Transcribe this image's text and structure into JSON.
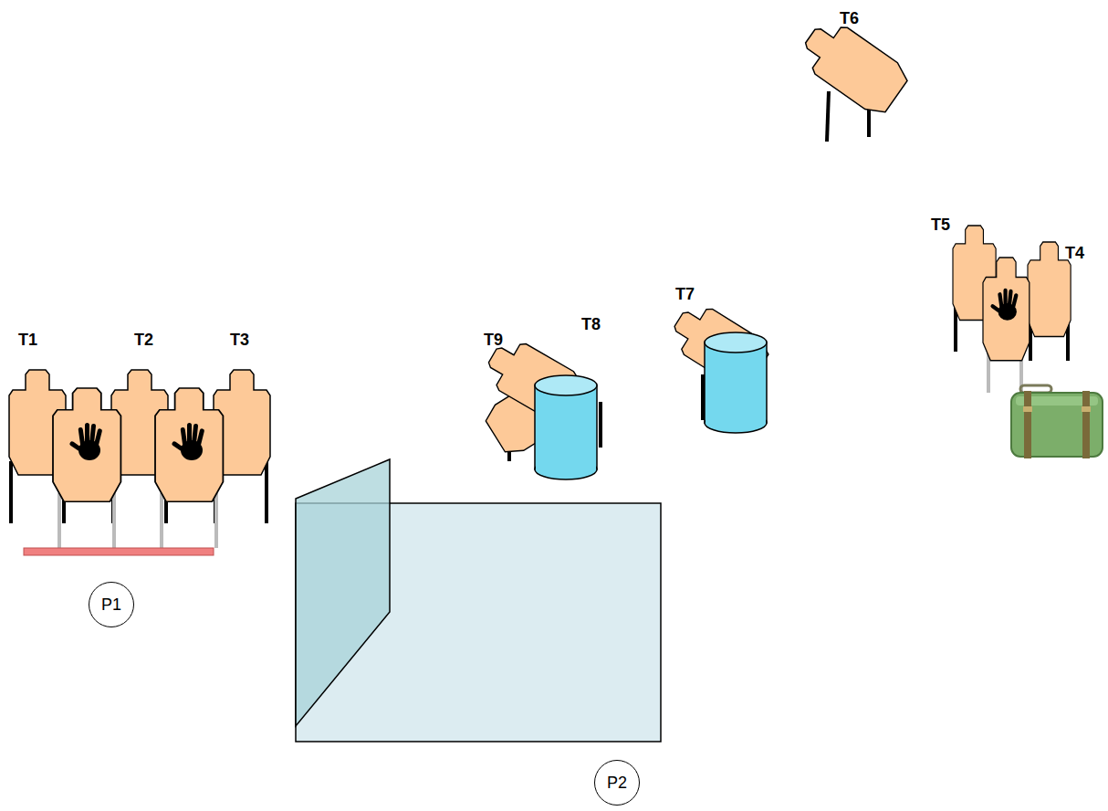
{
  "diagram": {
    "nodes": [
      {
        "text": [
          "P1"
        ]
      },
      {
        "text": [
          "P2"
        ]
      }
    ],
    "labels": [
      "T1",
      "T2",
      "T3",
      "T9",
      "T8",
      "T7",
      "T6",
      "T5",
      "T4"
    ]
  }
}
